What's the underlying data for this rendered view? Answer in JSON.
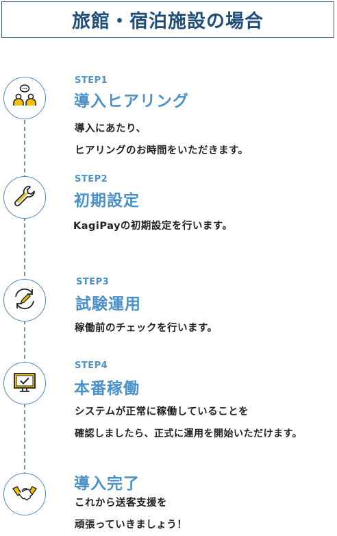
{
  "header": {
    "title": "旅館・宿泊施設の場合"
  },
  "steps": [
    {
      "label": "STEP1",
      "title": "導入ヒアリング",
      "lines": [
        "導入にあたり、",
        "ヒアリングのお時間をいただきます。"
      ],
      "icon": "people-chat-icon"
    },
    {
      "label": "STEP2",
      "title": "初期設定",
      "lines": [
        "KagiPayの初期設定を行います。"
      ],
      "icon": "wrench-icon"
    },
    {
      "label": "STEP3",
      "title": "試験運用",
      "lines": [
        "稼働前のチェックを行います。"
      ],
      "icon": "refresh-pen-icon"
    },
    {
      "label": "STEP4",
      "title": "本番稼働",
      "lines": [
        "システムが正常に稼働していることを",
        "確認しましたら、正式に運用を開始いただけます。"
      ],
      "icon": "monitor-check-icon"
    },
    {
      "label": "",
      "title": "導入完了",
      "lines": [
        "これから送客支援を",
        "頑張っていきましょう！"
      ],
      "icon": "handshake-icon"
    }
  ],
  "colors": {
    "accent": "#4a90c9",
    "header_border": "#2f5b86",
    "header_text": "#1f4e79",
    "icon_yellow": "#f2c200",
    "icon_dark": "#222222"
  }
}
